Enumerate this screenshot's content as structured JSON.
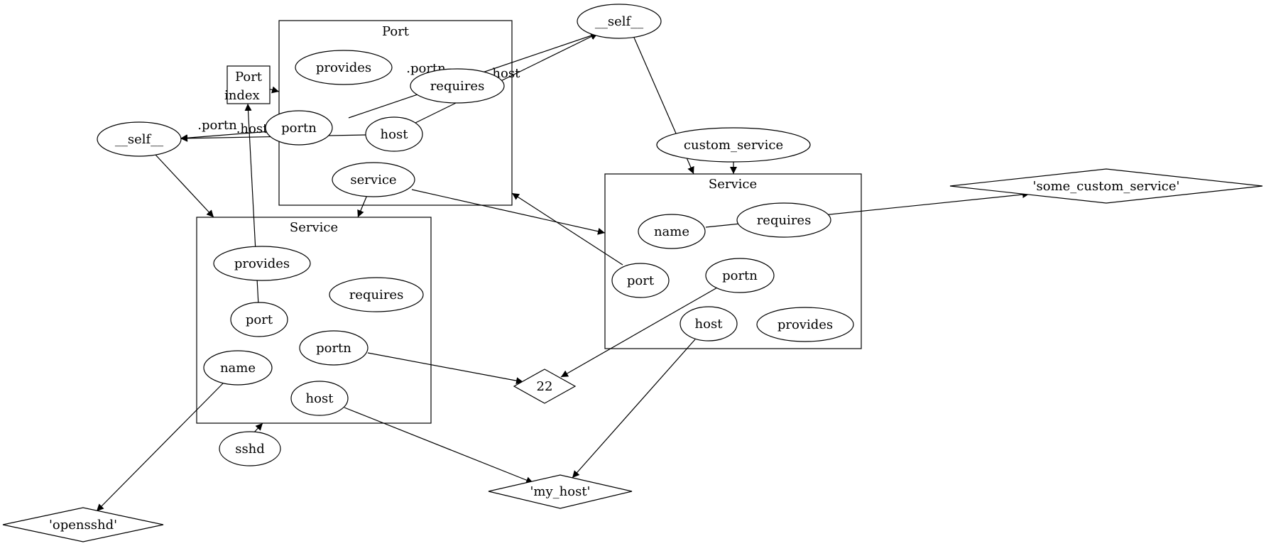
{
  "diagram": {
    "nodes": {
      "self_top": "__self__",
      "port_small_title": "Port",
      "port_small_index": "index",
      "self_left": "__self__",
      "port_cluster_title": "Port",
      "port_provides": "provides",
      "port_requires": "requires",
      "port_portn": "portn",
      "port_host": "host",
      "port_service": "service",
      "svc_left_title": "Service",
      "svc_left_provides": "provides",
      "svc_left_requires": "requires",
      "svc_left_port": "port",
      "svc_left_portn": "portn",
      "svc_left_name": "name",
      "svc_left_host": "host",
      "sshd": "sshd",
      "openssh": "'opensshd'",
      "custom_service": "custom_service",
      "svc_right_title": "Service",
      "svc_right_name": "name",
      "svc_right_requires": "requires",
      "svc_right_port": "port",
      "svc_right_portn": "portn",
      "svc_right_host": "host",
      "svc_right_provides": "provides",
      "some_custom_service": "'some_custom_service'",
      "twentytwo": "22",
      "my_host": "'my_host'"
    },
    "edge_labels": {
      "portn_to_self_top": ".portn",
      "host_to_self_top": ".host",
      "portn_to_self_left": ".portn",
      "host_to_self_left": ".host"
    }
  }
}
